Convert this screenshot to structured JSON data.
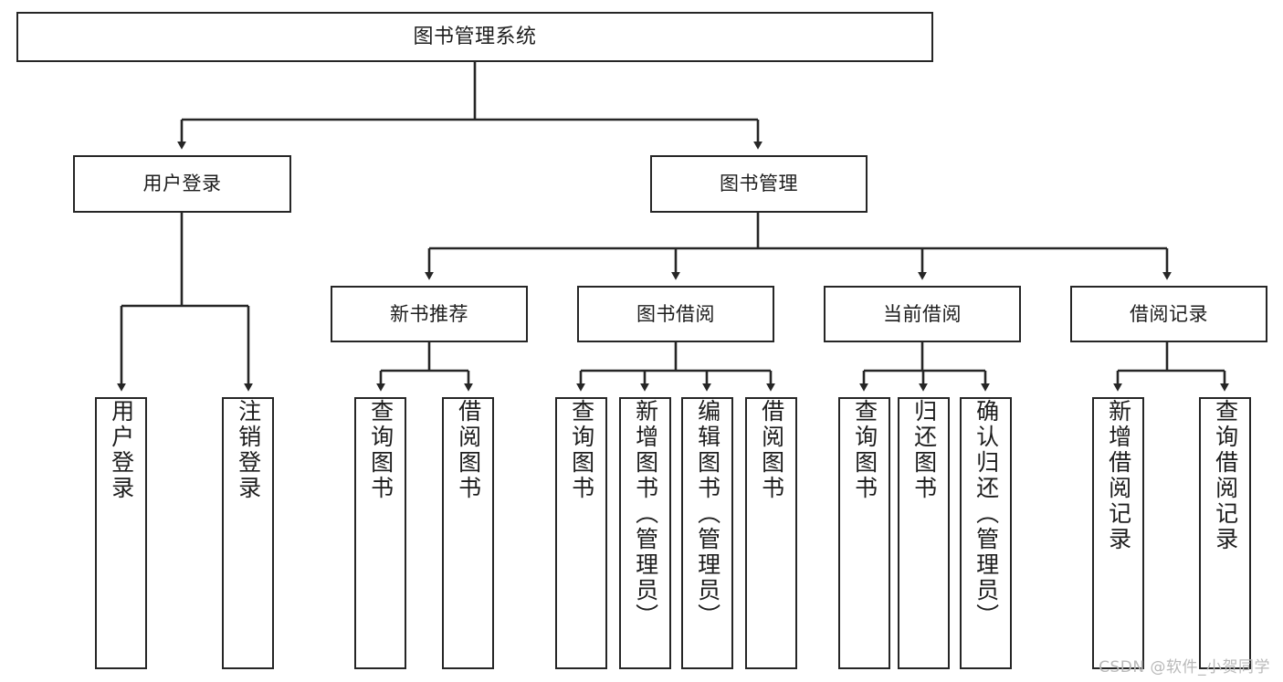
{
  "diagram": {
    "title": "图书管理系统",
    "type": "tree-hierarchy-diagram",
    "colors": {
      "box_border": "#262626",
      "box_fill": "#ffffff",
      "edge": "#262626",
      "text": "#1d1d1d",
      "watermark": "#b9b9b9"
    },
    "root": {
      "label": "图书管理系统"
    },
    "level2": [
      {
        "label": "用户登录"
      },
      {
        "label": "图书管理"
      }
    ],
    "level3": [
      {
        "label": "新书推荐"
      },
      {
        "label": "图书借阅"
      },
      {
        "label": "当前借阅"
      },
      {
        "label": "借阅记录"
      }
    ],
    "leaves": {
      "user_login": [
        {
          "label": "用户登录"
        },
        {
          "label": "注销登录"
        }
      ],
      "new_book_recommend": [
        {
          "label": "查询图书"
        },
        {
          "label": "借阅图书"
        }
      ],
      "book_borrow": [
        {
          "label": "查询图书"
        },
        {
          "label": "新增图书（管理员）"
        },
        {
          "label": "编辑图书（管理员）"
        },
        {
          "label": "借阅图书"
        }
      ],
      "current_borrow": [
        {
          "label": "查询图书"
        },
        {
          "label": "归还图书"
        },
        {
          "label": "确认归还（管理员）"
        }
      ],
      "borrow_record": [
        {
          "label": "新增借阅记录"
        },
        {
          "label": "查询借阅记录"
        }
      ]
    }
  },
  "watermark": {
    "text": "CSDN @软件_小贺同学"
  }
}
